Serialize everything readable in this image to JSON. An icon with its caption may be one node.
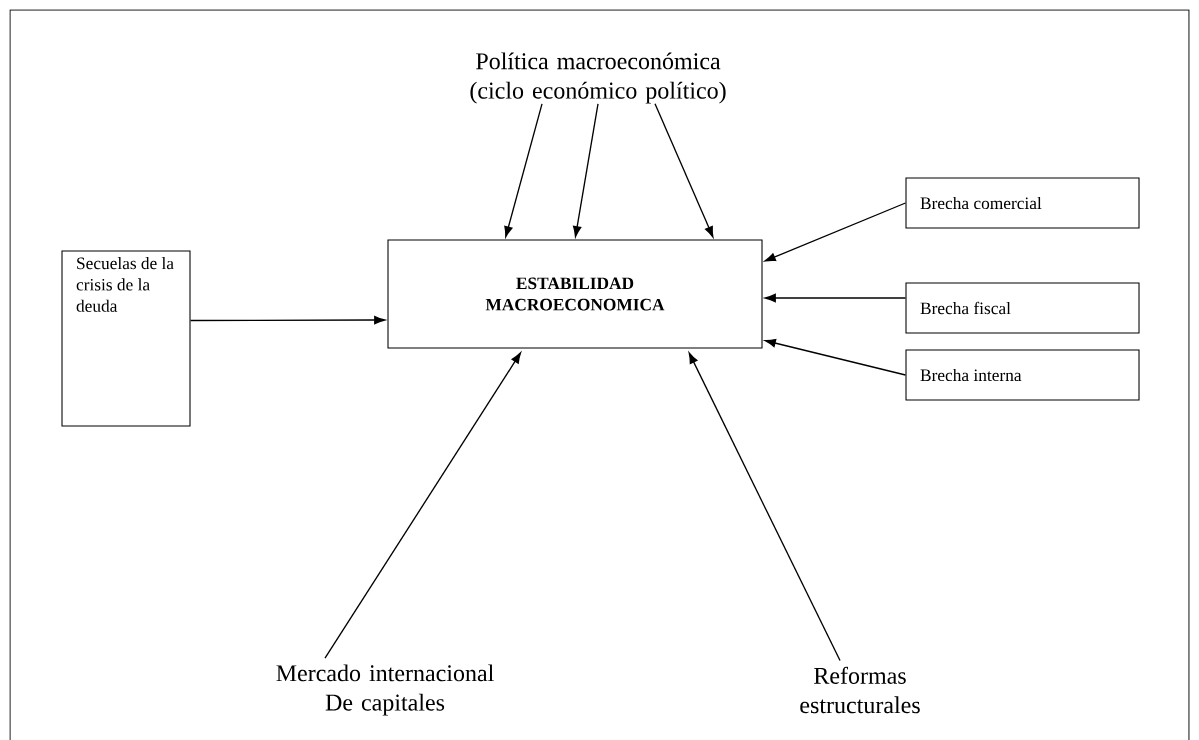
{
  "diagram": {
    "nodes": [
      {
        "text": [
          "Política macroeconómica (ciclo económico político)"
        ]
      },
      {
        "text": [
          "Secuelas de la crisis de la deuda"
        ]
      },
      {
        "text": [
          "ESTABILIDAD MACROECONOMICA"
        ]
      },
      {
        "text": [
          "Brecha comercial"
        ]
      },
      {
        "text": [
          "Brecha fiscal"
        ]
      },
      {
        "text": [
          "Brecha interna"
        ]
      },
      {
        "text": [
          "Mercado internacional De capitales"
        ]
      },
      {
        "text": [
          "Reformas estructurales"
        ]
      }
    ],
    "edges": [
      {
        "from": 0,
        "to": 2,
        "arrow": "to"
      },
      {
        "from": 0,
        "to": 2,
        "arrow": "to"
      },
      {
        "from": 0,
        "to": 2,
        "arrow": "to"
      },
      {
        "from": 1,
        "to": 2,
        "arrow": "to"
      },
      {
        "from": 3,
        "to": 2,
        "arrow": "to"
      },
      {
        "from": 4,
        "to": 2,
        "arrow": "to"
      },
      {
        "from": 5,
        "to": 2,
        "arrow": "to"
      },
      {
        "from": 6,
        "to": 2,
        "arrow": "to"
      },
      {
        "from": 7,
        "to": 2,
        "arrow": "to"
      }
    ]
  }
}
